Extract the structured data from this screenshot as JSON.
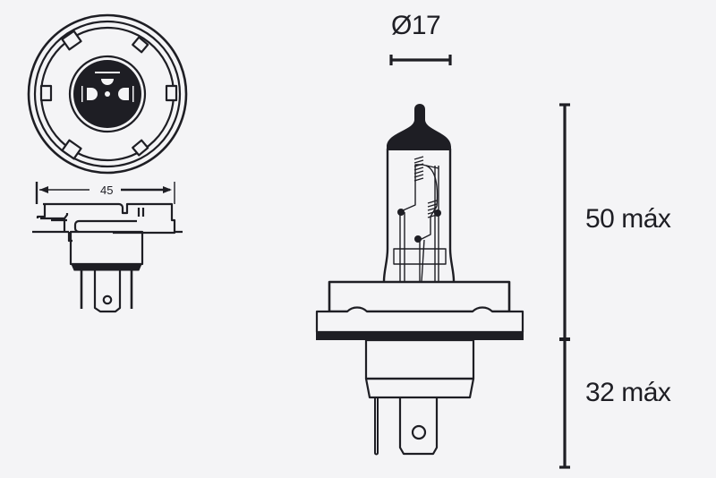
{
  "diagram": {
    "title": "H4 / R2 halogen headlight bulb dimensional drawing",
    "background_color": "#f4f4f6",
    "line_color": "#1e1e24",
    "views": [
      {
        "name": "base-top-view",
        "description": "Circular flange with P45t connector pins, viewed from the base"
      },
      {
        "name": "base-side-view",
        "description": "Side view of flange and base with width dimension"
      },
      {
        "name": "bulb-front-view",
        "description": "Front view of bulb with glass capsule, filaments, flange and terminals"
      }
    ],
    "dimensions": {
      "flange_width": {
        "label": "45",
        "orientation": "horizontal"
      },
      "capsule_diameter": {
        "label": "Ø17",
        "orientation": "horizontal"
      },
      "upper_height": {
        "label": "50 máx",
        "orientation": "vertical"
      },
      "lower_height": {
        "label": "32 máx",
        "orientation": "vertical"
      }
    }
  }
}
